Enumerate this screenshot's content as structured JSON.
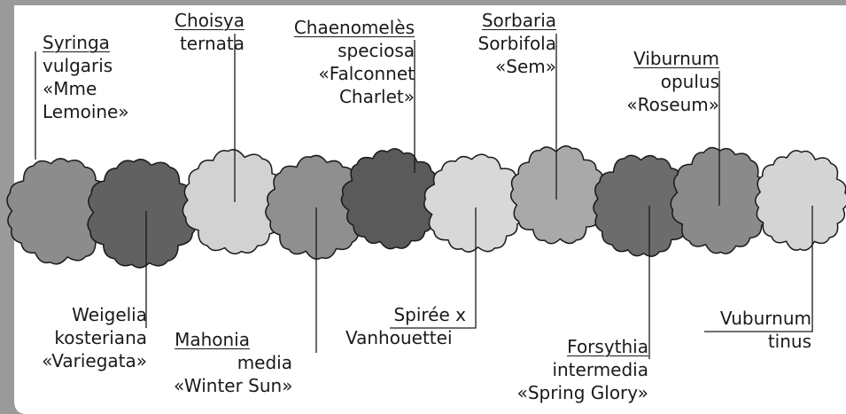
{
  "diagram": {
    "colors": {
      "border": "#9a9a9a",
      "background": "#ffffff",
      "leader_line": "#1a1a1a",
      "outline": "#1a1a1a"
    },
    "shrubs": [
      {
        "id": "syringa",
        "color": "#8c8c8c"
      },
      {
        "id": "weigelia",
        "color": "#616161"
      },
      {
        "id": "choisya",
        "color": "#d2d2d2"
      },
      {
        "id": "mahonia",
        "color": "#8f8f8f"
      },
      {
        "id": "chaenomeles",
        "color": "#5a5a5a"
      },
      {
        "id": "spiree",
        "color": "#d8d8d8"
      },
      {
        "id": "sorbaria",
        "color": "#a9a9a9"
      },
      {
        "id": "forsythia",
        "color": "#6c6c6c"
      },
      {
        "id": "viburnum",
        "color": "#8a8a8a"
      },
      {
        "id": "vuburnum",
        "color": "#d4d4d4"
      }
    ],
    "labels": {
      "syringa": [
        "Syringa",
        "vulgaris",
        "«Mme",
        "Lemoine»"
      ],
      "choisya": [
        "Choisya",
        "ternata"
      ],
      "chaenomeles": [
        "Chaenomelès",
        "speciosa",
        "«Falconnet",
        "Charlet»"
      ],
      "sorbaria": [
        "Sorbaria",
        "Sorbifola",
        "«Sem»"
      ],
      "viburnum": [
        "Viburnum",
        "opulus",
        "«Roseum»"
      ],
      "weigelia": [
        "Weigelia",
        "kosteriana",
        "«Variegata»"
      ],
      "mahonia": [
        "Mahonia",
        "media",
        "«Winter Sun»"
      ],
      "spiree": [
        "Spirée x",
        "Vanhouettei"
      ],
      "forsythia": [
        "Forsythia",
        "intermedia",
        "«Spring Glory»"
      ],
      "vuburnum": [
        "Vuburnum",
        "tinus"
      ]
    }
  }
}
